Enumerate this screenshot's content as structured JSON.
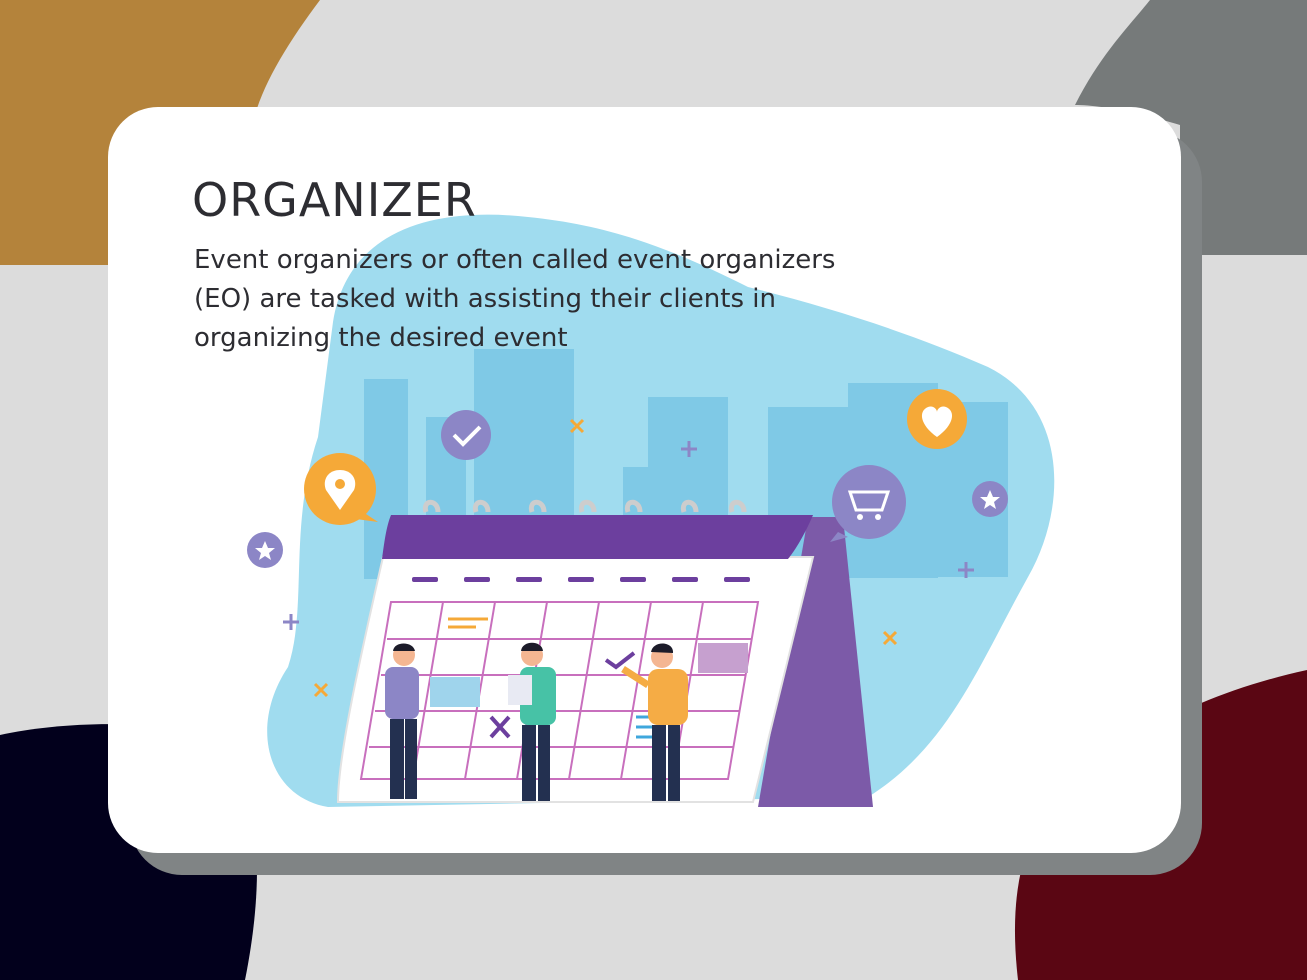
{
  "card": {
    "title": "ORGANIZER",
    "description": "Event organizers or often called event organizers (EO) are tasked with assisting their clients in organizing the desired event"
  },
  "colors": {
    "background": "#dcdcdc",
    "blob_gold": "#b4833b",
    "blob_gray": "#767a7a",
    "blob_navy": "#02001c",
    "blob_maroon": "#5a0613",
    "card": "#ffffff",
    "text": "#2d2d32",
    "calendar_purple": "#6c3f9e",
    "calendar_grid": "#c86fbd",
    "sky": "#9ad9ee",
    "accent_orange": "#f5a938",
    "accent_violet": "#8c86c6"
  },
  "illustration": {
    "icons": [
      "check-icon",
      "location-pin-icon",
      "heart-icon",
      "shopping-cart-icon",
      "star-icon",
      "plus-icon",
      "cross-icon"
    ],
    "people": [
      "person-thinking",
      "person-reading",
      "person-pointing"
    ]
  }
}
